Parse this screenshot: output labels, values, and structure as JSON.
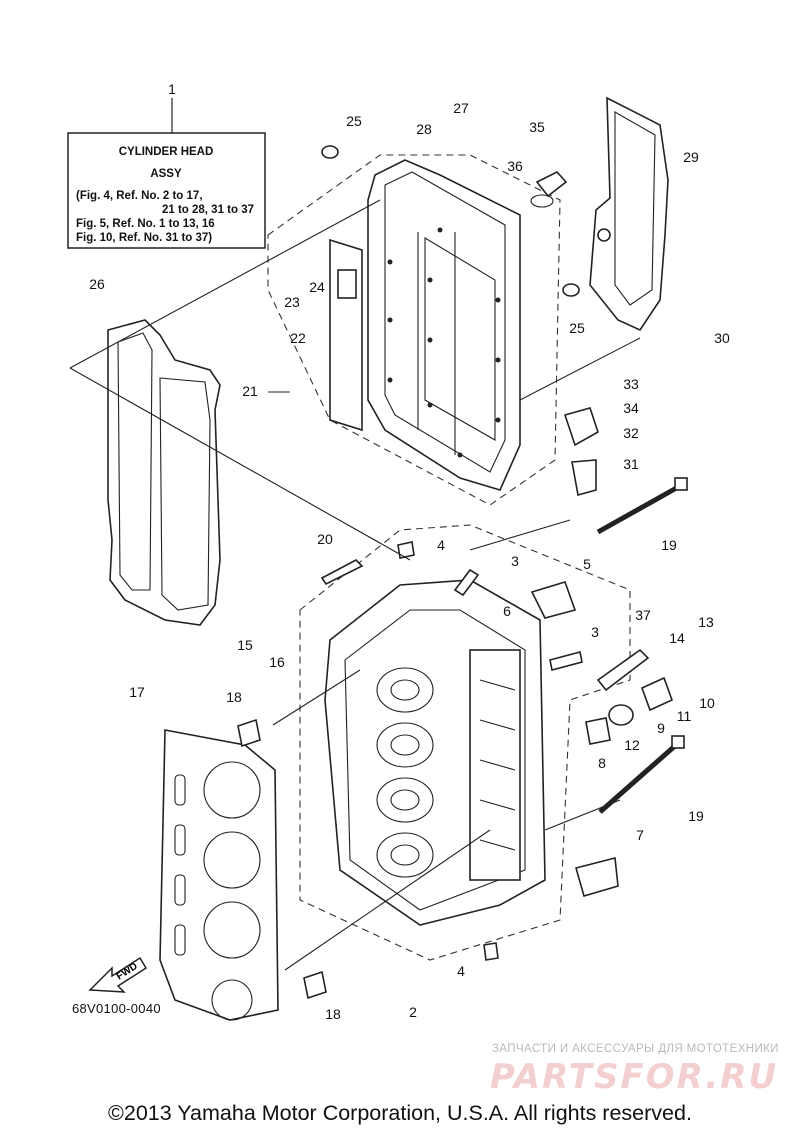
{
  "title_box": {
    "lines": [
      "CYLINDER HEAD",
      "ASSY",
      "(Fig. 4, Ref. No. 2 to 17,",
      "21 to 28, 31 to 37",
      "Fig. 5, Ref. No. 1 to 13, 16",
      "Fig. 10, Ref. No. 31 to 37)"
    ]
  },
  "callouts": {
    "c1": "1",
    "c2": "2",
    "c3a": "3",
    "c3b": "3",
    "c4a": "4",
    "c4b": "4",
    "c5": "5",
    "c6": "6",
    "c7": "7",
    "c8": "8",
    "c9": "9",
    "c10": "10",
    "c11": "11",
    "c12": "12",
    "c13": "13",
    "c14": "14",
    "c15": "15",
    "c16": "16",
    "c17": "17",
    "c18a": "18",
    "c18b": "18",
    "c19a": "19",
    "c19b": "19",
    "c20": "20",
    "c21": "21",
    "c22": "22",
    "c23": "23",
    "c24": "24",
    "c25a": "25",
    "c25b": "25",
    "c26": "26",
    "c27": "27",
    "c28": "28",
    "c29": "29",
    "c30": "30",
    "c31": "31",
    "c32": "32",
    "c33": "33",
    "c34": "34",
    "c35": "35",
    "c36": "36",
    "c37": "37"
  },
  "fwd_label": "FWD",
  "diagram_code": "68V0100-0040",
  "copyright": "©2013 Yamaha Motor Corporation, U.S.A. All rights reserved.",
  "watermark": {
    "tagline": "ЗАПЧАСТИ И АКСЕССУАРЫ ДЛЯ МОТОТЕХНИКИ",
    "logo": "PARTSFOR.RU"
  }
}
